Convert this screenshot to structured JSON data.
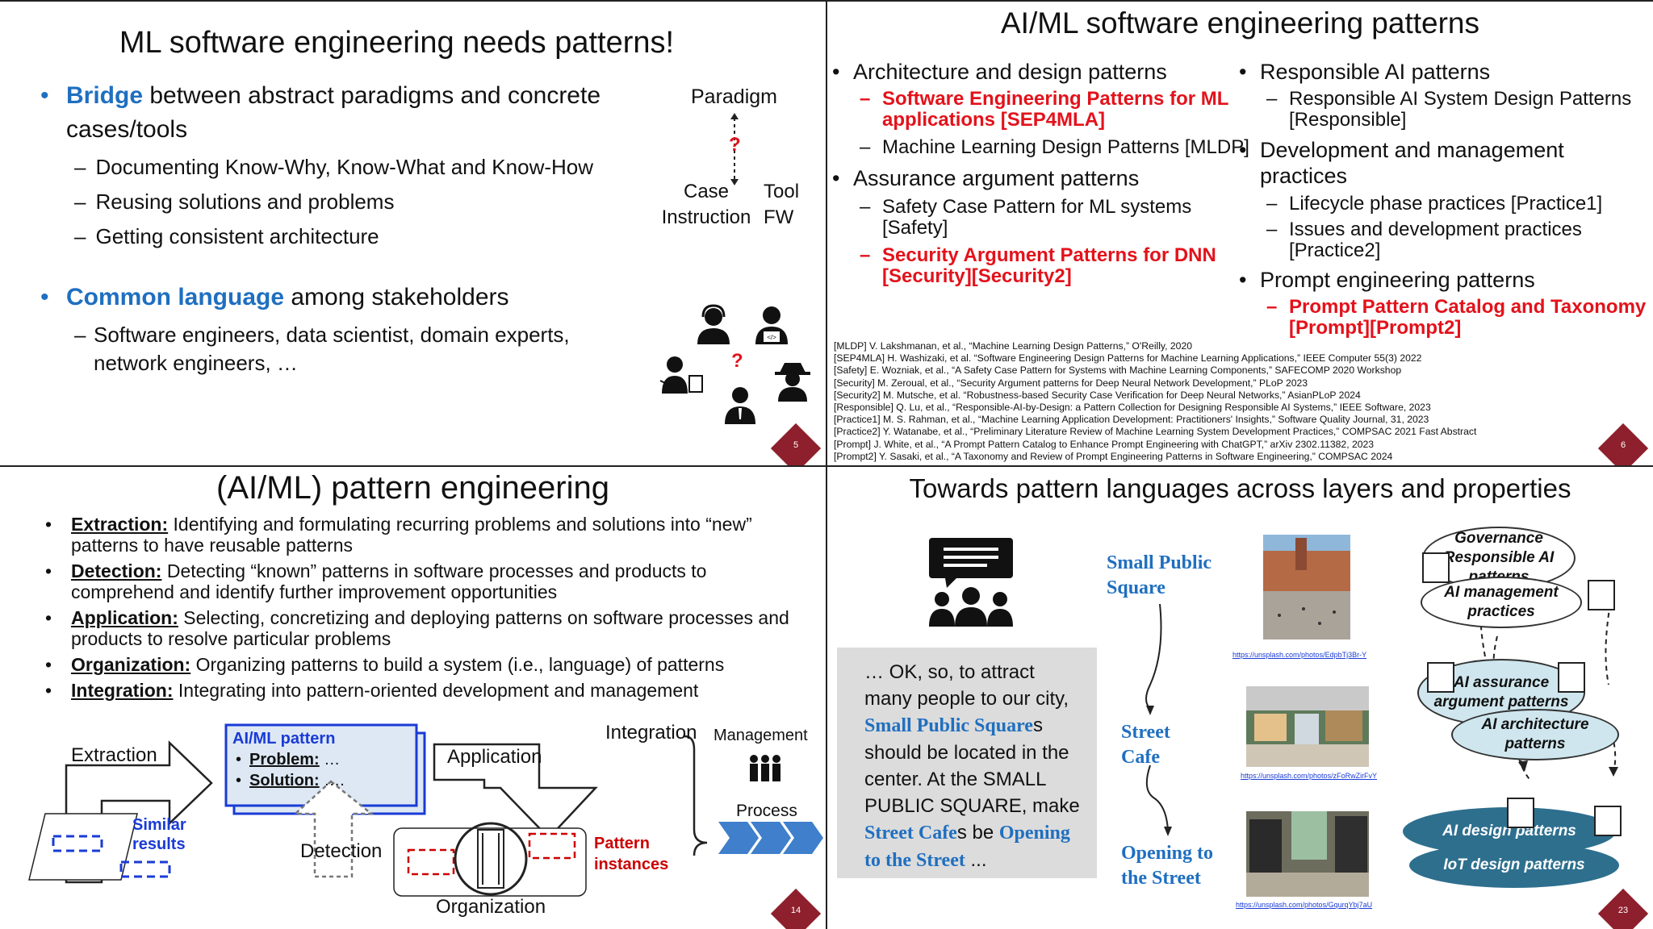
{
  "slide1": {
    "title": "ML software engineering needs patterns!",
    "bullet1_key": "Bridge",
    "bullet1_rest": " between abstract paradigms and concrete cases/tools",
    "sub1": [
      "Documenting Know-Why, Know-What and Know-How",
      "Reusing solutions and problems",
      "Getting consistent architecture"
    ],
    "bullet2_key": "Common language",
    "bullet2_rest": " among stakeholders",
    "sub2": "Software engineers, data scientist, domain experts, network engineers, …",
    "diagram": {
      "paradigm": "Paradigm",
      "question": "?",
      "case": "Case Instruction",
      "tool": "Tool FW"
    },
    "people_question": "?",
    "page_num": "5"
  },
  "slide2": {
    "title": "AI/ML software engineering patterns",
    "left": {
      "h1": "Architecture and design patterns",
      "h1_items": [
        {
          "text": "Software Engineering Patterns for ML applications [SEP4MLA]",
          "style": "red"
        },
        {
          "text": "Machine Learning Design Patterns [MLDP]",
          "style": "normal"
        }
      ],
      "h2": "Assurance argument patterns",
      "h2_items": [
        {
          "text": "Safety Case Pattern for ML systems [Safety]",
          "style": "normal"
        },
        {
          "text": "Security Argument Patterns for DNN [Security][Security2]",
          "style": "red"
        }
      ]
    },
    "right": {
      "h1": "Responsible AI patterns",
      "h1_items": [
        {
          "text": "Responsible AI System Design Patterns [Responsible]",
          "style": "normal"
        }
      ],
      "h2": "Development and management practices",
      "h2_items": [
        {
          "text": "Lifecycle phase practices [Practice1]",
          "style": "normal"
        },
        {
          "text": "Issues and development practices [Practice2]",
          "style": "normal"
        }
      ],
      "h3": "Prompt engineering patterns",
      "h3_items": [
        {
          "text": "Prompt Pattern Catalog and Taxonomy [Prompt][Prompt2]",
          "style": "red"
        }
      ]
    },
    "refs": [
      "[MLDP] V. Lakshmanan, et al., “Machine Learning Design Patterns,” O'Reilly, 2020",
      "[SEP4MLA] H. Washizaki, et al. “Software Engineering Design Patterns for Machine Learning Applications,” IEEE Computer 55(3) 2022",
      "[Safety] E. Wozniak, et al., “A Safety Case Pattern for Systems with Machine Learning Components,” SAFECOMP 2020 Workshop",
      "[Security] M. Zeroual, et al., “Security Argument patterns for Deep Neural Network Development,” PLoP 2023",
      "[Security2] M. Mutsche, et al. “Robustness-based Security Case Verification for Deep Neural Networks,” AsianPLoP 2024",
      "[Responsible] Q. Lu, et al., “Responsible-AI-by-Design: a Pattern Collection for Designing Responsible AI Systems,” IEEE Software, 2023",
      "[Practice1] M. S. Rahman, et al., “Machine Learning Application Development: Practitioners' Insights,” Software Quality Journal, 31, 2023",
      "[Practice2] Y. Watanabe, et al., “Preliminary Literature Review of Machine Learning System Development Practices,” COMPSAC 2021 Fast Abstract",
      "[Prompt] J. White, et al., “A Prompt Pattern Catalog to Enhance Prompt Engineering with ChatGPT,” arXiv 2302.11382, 2023",
      "[Prompt2] Y. Sasaki, et al., “A Taxonomy and Review of Prompt Engineering Patterns in Software Engineering,” COMPSAC 2024"
    ],
    "page_num": "6"
  },
  "slide3": {
    "title": "(AI/ML) pattern engineering",
    "items": [
      {
        "key": "Extraction:",
        "text": " Identifying and formulating recurring problems and solutions into “new” patterns to have reusable patterns"
      },
      {
        "key": "Detection:",
        "text": " Detecting “known” patterns in software processes and products to comprehend and identify further improvement opportunities"
      },
      {
        "key": "Application:",
        "text": " Selecting, concretizing and deploying patterns on software processes and products to resolve particular problems"
      },
      {
        "key": "Organization:",
        "text": " Organizing patterns to build a system (i.e., language) of patterns"
      },
      {
        "key": "Integration:",
        "text": " Integrating into pattern-oriented development and management"
      }
    ],
    "diagram": {
      "extraction": "Extraction",
      "pattern_title": "AI/ML pattern",
      "problem": "Problem:",
      "problem_val": " …",
      "solution": "Solution:",
      "solution_val": " ….",
      "application": "Application",
      "integration": "Integration",
      "management": "Management",
      "process": "Process",
      "similar": "Similar results",
      "detection": "Detection",
      "pattern_instances": "Pattern instances",
      "organization": "Organization"
    },
    "page_num": "14"
  },
  "slide4": {
    "title": "Towards pattern languages across layers and properties",
    "quote": {
      "t1": "… OK, so, to attract many people to our city, ",
      "k1": "Small Public Square",
      "t2": "s should be located in the center. At the SMALL PUBLIC SQUARE, make ",
      "k2": "Street Cafe",
      "t3": "s be ",
      "k3": "Opening to the Street",
      "t4": " ..."
    },
    "chain": [
      "Small Public Square",
      "Street Cafe",
      "Opening to the Street"
    ],
    "urls": [
      "https://unsplash.com/photos/EdpbTj3Br-Y",
      "https://unsplash.com/photos/zFoRwZirFvY",
      "https://unsplash.com/photos/GqurqYbj7aU"
    ],
    "layers": {
      "governance": "Governance Responsible AI patterns",
      "management": "AI management practices",
      "assurance": "AI assurance argument patterns",
      "architecture": "AI architecture patterns",
      "design": "AI design patterns",
      "iot": "IoT design patterns"
    },
    "page_num": "23"
  },
  "colors": {
    "accent_blue": "#1f6fc0",
    "accent_red": "#e3121b",
    "badge": "#8e1f2c",
    "dark_teal": "#2e6f8e",
    "light_teal": "#cfe6ee"
  }
}
